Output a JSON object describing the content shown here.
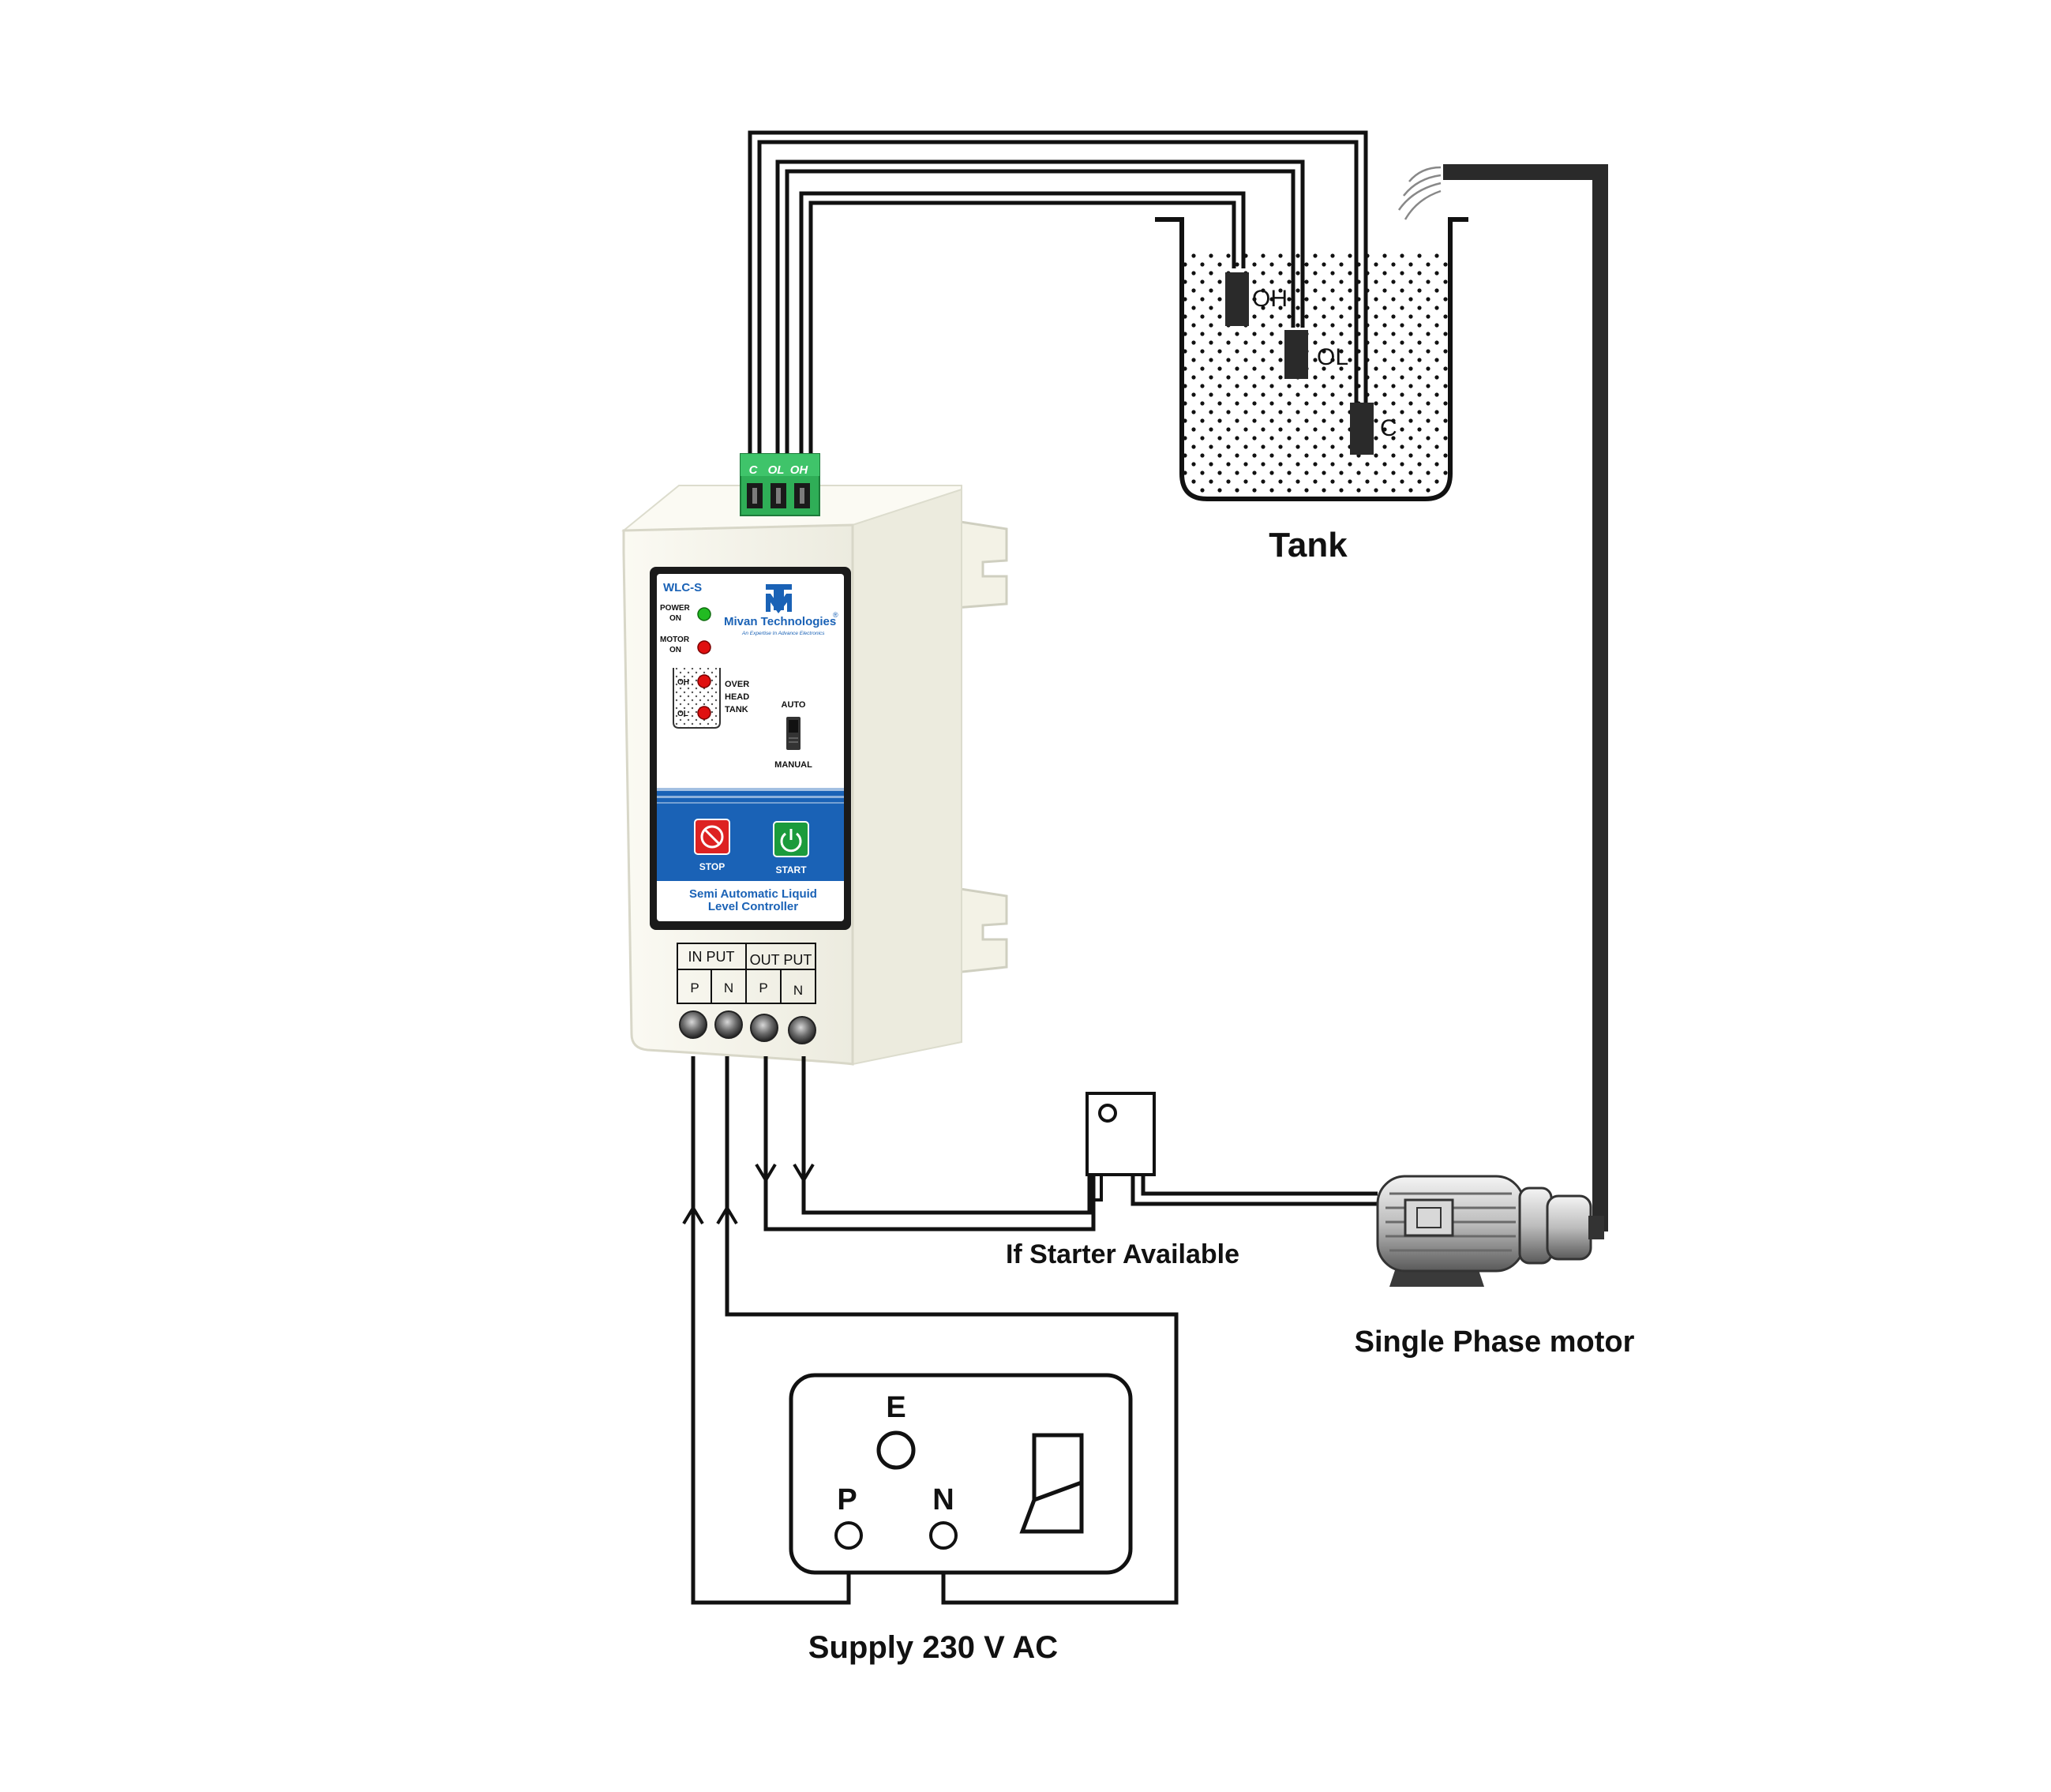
{
  "tank": {
    "label": "Tank",
    "probe_oh": "OH",
    "probe_ol": "OL",
    "probe_c": "C"
  },
  "controller": {
    "model": "WLC-S",
    "brand": "Mivan Technologies",
    "brand_mark": "®",
    "tagline": "An Expertise In Advance Electronics",
    "power_on": [
      "POWER",
      "ON"
    ],
    "motor_on": [
      "MOTOR",
      "ON"
    ],
    "tank_led_oh": "OH",
    "tank_led_ol": "OL",
    "overhead_tank": [
      "OVER",
      "HEAD",
      "TANK"
    ],
    "auto_label": "AUTO",
    "manual_label": "MANUAL",
    "stop_label": "STOP",
    "start_label": "START",
    "product_name": [
      "Semi Automatic Liquid",
      "Level Controller"
    ],
    "connector_labels": [
      "C",
      "OL",
      "OH"
    ],
    "input_header": "IN PUT",
    "output_header": "OUT PUT",
    "input_terminals": [
      "P",
      "N"
    ],
    "output_terminals": [
      "P",
      "N"
    ],
    "colors": {
      "led_green": "#22bb22",
      "led_red": "#e01010",
      "brand_blue": "#1a62b6",
      "stop_red": "#dd2222",
      "start_green": "#1b9b3c",
      "connector_green": "#2fae57",
      "body": "#f5f4ea"
    }
  },
  "starter_label": "If Starter Available",
  "motor_label": "Single Phase motor",
  "supply": {
    "label": "Supply 230 V AC",
    "earth": "E",
    "phase": "P",
    "neutral": "N"
  }
}
